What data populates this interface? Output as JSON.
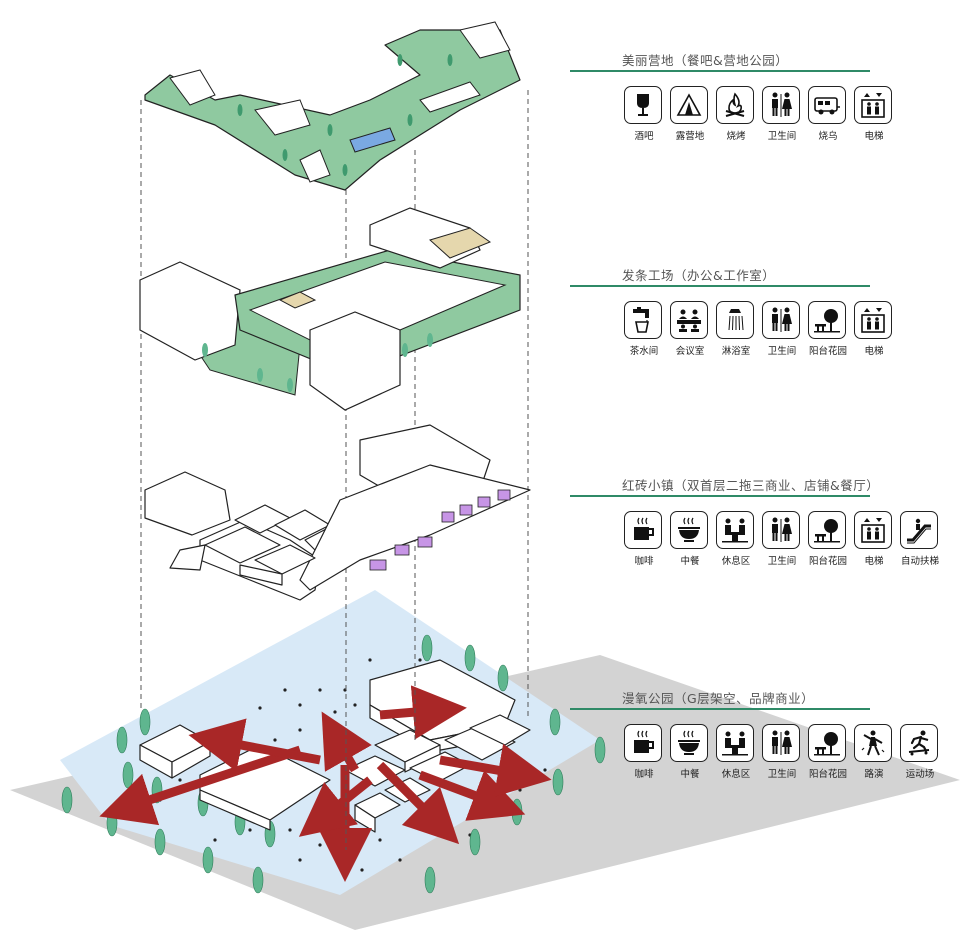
{
  "colors": {
    "accent_green": "#2f8a67",
    "roof_green": "#8fc9a0",
    "tree_green": "#5fb68f",
    "arrow_red": "#a92727",
    "site_blue": "#d8e9f7",
    "ground_gray": "#d3d3d3",
    "shop_purple": "#c795e6"
  },
  "levels": [
    {
      "title": "美丽营地（餐吧&营地公园）",
      "facilities": [
        {
          "label": "酒吧",
          "icon": "wine-glass-icon"
        },
        {
          "label": "露营地",
          "icon": "tent-icon"
        },
        {
          "label": "烧烤",
          "icon": "campfire-icon"
        },
        {
          "label": "卫生间",
          "icon": "restroom-icon"
        },
        {
          "label": "烧乌",
          "icon": "rv-camper-icon"
        },
        {
          "label": "电梯",
          "icon": "elevator-icon"
        }
      ]
    },
    {
      "title": "发条工场（办公&工作室）",
      "facilities": [
        {
          "label": "茶水间",
          "icon": "tea-faucet-icon"
        },
        {
          "label": "会议室",
          "icon": "meeting-icon"
        },
        {
          "label": "淋浴室",
          "icon": "shower-icon"
        },
        {
          "label": "卫生间",
          "icon": "restroom-icon"
        },
        {
          "label": "阳台花园",
          "icon": "garden-icon"
        },
        {
          "label": "电梯",
          "icon": "elevator-icon"
        }
      ]
    },
    {
      "title": "红砖小镇（双首层二拖三商业、店铺&餐厅）",
      "facilities": [
        {
          "label": "咖啡",
          "icon": "coffee-icon"
        },
        {
          "label": "中餐",
          "icon": "bowl-icon"
        },
        {
          "label": "休息区",
          "icon": "lounge-icon"
        },
        {
          "label": "卫生间",
          "icon": "restroom-icon"
        },
        {
          "label": "阳台花园",
          "icon": "garden-icon"
        },
        {
          "label": "电梯",
          "icon": "elevator-icon"
        },
        {
          "label": "自动扶梯",
          "icon": "escalator-icon"
        }
      ]
    },
    {
      "title": "漫氧公园（G层架空、品牌商业）",
      "facilities": [
        {
          "label": "咖啡",
          "icon": "coffee-icon"
        },
        {
          "label": "中餐",
          "icon": "bowl-icon"
        },
        {
          "label": "休息区",
          "icon": "lounge-icon"
        },
        {
          "label": "卫生间",
          "icon": "restroom-icon"
        },
        {
          "label": "阳台花园",
          "icon": "garden-icon"
        },
        {
          "label": "路演",
          "icon": "performer-icon"
        },
        {
          "label": "运动场",
          "icon": "skateboard-icon"
        }
      ]
    }
  ]
}
